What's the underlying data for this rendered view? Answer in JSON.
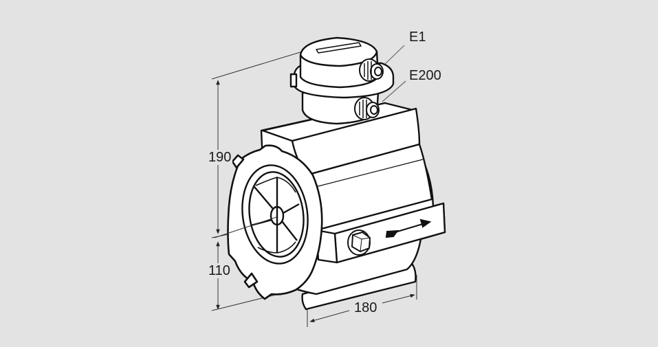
{
  "diagram": {
    "title": "Gas meter dimension drawing",
    "colors": {
      "background": "#e3e3e3",
      "line": "#111111",
      "body_fill": "#ffffff",
      "dim_line": "#333333",
      "leader_line": "#666666"
    },
    "labels": {
      "connector_top": "E1",
      "connector_bottom": "E200"
    },
    "dimensions": {
      "total_height_upper": "190",
      "lower_height": "110",
      "length": "180"
    },
    "components": [
      "register-head",
      "e1-pulse-connector",
      "e200-pulse-connector",
      "meter-body",
      "inlet-flange-with-impeller",
      "pressure-tap-nut",
      "flow-direction-arrow",
      "base-foot"
    ]
  }
}
